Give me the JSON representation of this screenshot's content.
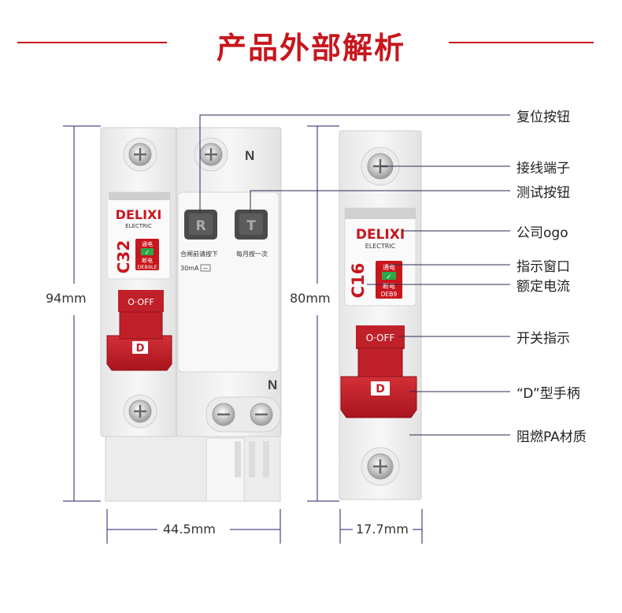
{
  "title": "产品外部解析",
  "left_breaker": {
    "brand": "DELIXI",
    "brand_sub": "ELECTRIC",
    "rating": "C32",
    "window_on": "通电",
    "window_off": "断电",
    "window_check": "✓",
    "model": "DEB9LE",
    "switch_text": "O·OFF",
    "handle_letter": "D",
    "terminal_letter_top": "N",
    "terminal_letter_bottom": "N",
    "reset_key": "R",
    "test_key": "T",
    "reset_note": "合闸前请按下",
    "test_note": "每月按一次",
    "current_note": "30mA",
    "current_symbol": "~"
  },
  "right_breaker": {
    "brand": "DELIXI",
    "brand_sub": "ELECTRIC",
    "rating": "C16",
    "window_on": "通电",
    "window_off": "断电",
    "window_check": "✓",
    "model": "DEB9",
    "switch_text": "O·OFF",
    "handle_letter": "D"
  },
  "callouts": [
    "复位按钮",
    "接线端子",
    "测试按钮",
    "公司ogo",
    "指示窗口",
    "额定电流",
    "开关指示",
    "“D”型手柄",
    "阻燃PA材质"
  ],
  "dimensions": {
    "left_height": "94mm",
    "right_height": "80mm",
    "left_width": "44.5mm",
    "right_width": "17.7mm"
  },
  "colors": {
    "accent_red": "#c8161d",
    "handle_red": "#c0202a",
    "body_white": "#f4f4f4",
    "dim_line": "#22226a",
    "indicator_green": "#2aa84a"
  }
}
